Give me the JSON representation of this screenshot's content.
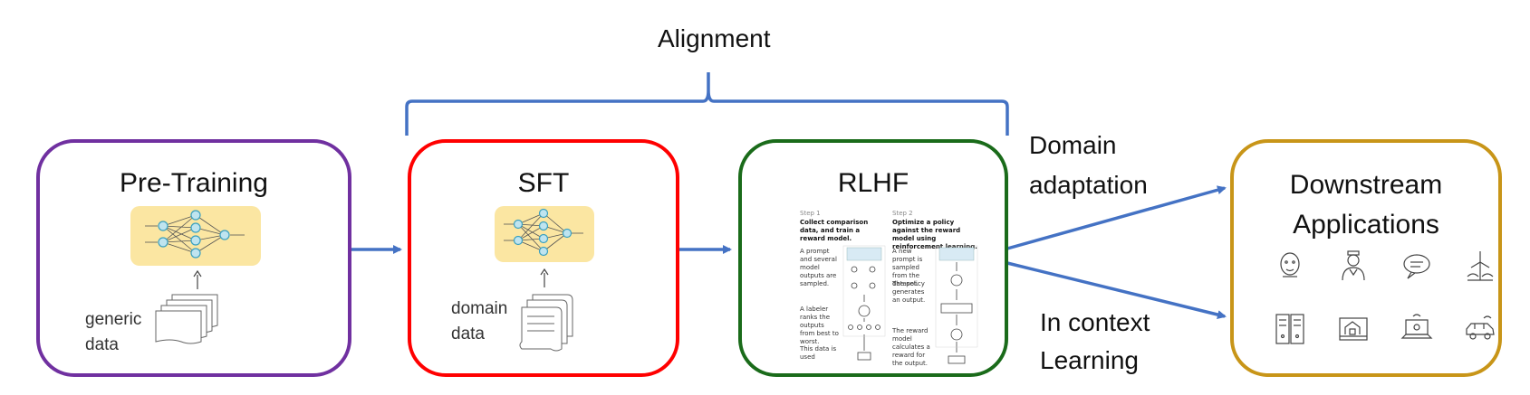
{
  "colors": {
    "arrow": "#4472c4",
    "pretraining_border": "#7030a0",
    "sft_border": "#ff0000",
    "rlhf_border": "#1a6b1a",
    "downstream_border": "#c89518",
    "nn_bg": "#fbe6a2",
    "node_fill": "#bfe4ef",
    "node_stroke": "#3aa0c0"
  },
  "alignment": {
    "label": "Alignment"
  },
  "pretraining": {
    "title": "Pre-Training",
    "data_line1": "generic",
    "data_line2": "data"
  },
  "sft": {
    "title": "SFT",
    "data_line1": "domain",
    "data_line2": "data"
  },
  "rlhf": {
    "title": "RLHF",
    "step1": {
      "heading": "Step 1",
      "title": "Collect comparison data, and train a reward model.",
      "text1": "A prompt and several model outputs are sampled.",
      "text2": "A labeler ranks the outputs from best to worst.",
      "text3": "This data is used"
    },
    "step2": {
      "heading": "Step 2",
      "title": "Optimize a policy against the reward model using reinforcement learning.",
      "text1": "A new prompt is sampled from the dataset.",
      "text2": "The policy generates an output.",
      "text3": "The reward model calculates a reward for the output."
    }
  },
  "edges": {
    "domain_adaptation_line1": "Domain",
    "domain_adaptation_line2": "adaptation",
    "in_context_line1": "In context",
    "in_context_line2": "Learning"
  },
  "downstream": {
    "title_line1": "Downstream",
    "title_line2": "Applications",
    "icons": [
      "face-icon",
      "doctor-icon",
      "chat-bubble-icon",
      "wind-turbine-icon",
      "server-rack-icon",
      "house-photo-icon",
      "laptop-icon",
      "car-icon"
    ]
  }
}
